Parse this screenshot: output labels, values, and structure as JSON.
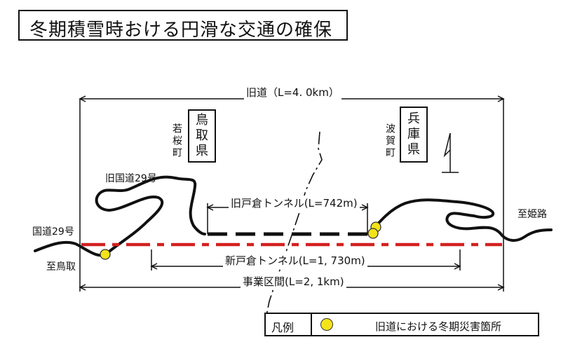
{
  "title": "冬期積雪時おける円滑な交通の確保",
  "labels": {
    "old_road": "旧道（L=4. 0km）",
    "old_tunnel": "旧戸倉トンネル(L=742m)",
    "new_tunnel": "新戸倉トンネル(L=1, 730m)",
    "project_section": "事業区間(L=2, 1km)",
    "old_route29": "旧国道29号",
    "route29": "国道29号",
    "to_tottori": "至鳥取",
    "to_himeji": "至姫路"
  },
  "prefectures": {
    "tottori": {
      "name": [
        "鳥",
        "取",
        "県"
      ],
      "town": "若桜町"
    },
    "hyogo": {
      "name": [
        "兵",
        "庫",
        "県"
      ],
      "town": "波賀町"
    }
  },
  "legend": {
    "key": "凡例",
    "description": "旧道における冬期災害箇所",
    "marker_color": "#f2e31a"
  },
  "colors": {
    "new_route": "#d42020",
    "old_route": "#111111",
    "marker": "#f2e31a"
  }
}
